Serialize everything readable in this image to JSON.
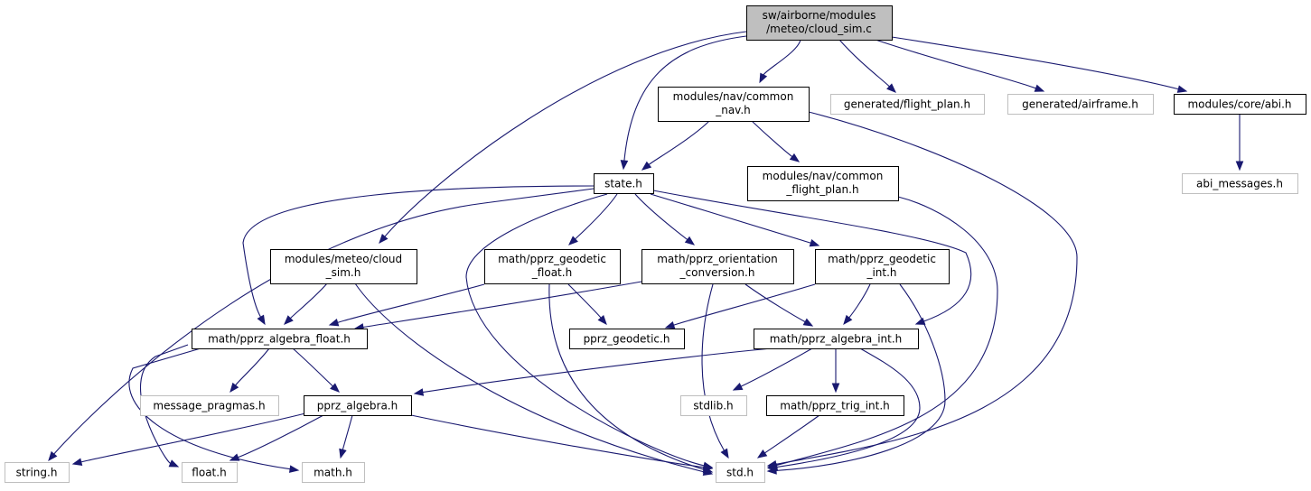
{
  "graph": {
    "colors": {
      "edge": "#191970",
      "focus_fill": "#bfbfbf",
      "focus_border": "#000000",
      "documented_border": "#000000",
      "external_border": "#bfbfbf",
      "external_text": "#404040",
      "background": "#ffffff"
    },
    "nodes": [
      {
        "id": "cloud_sim_c",
        "lines": [
          "sw/airborne/modules",
          "/meteo/cloud_sim.c"
        ],
        "kind": "focus"
      },
      {
        "id": "common_nav_h",
        "lines": [
          "modules/nav/common",
          "_nav.h"
        ],
        "kind": "documented"
      },
      {
        "id": "gen_flight_plan_h",
        "lines": [
          "generated/flight_plan.h"
        ],
        "kind": "external"
      },
      {
        "id": "gen_airframe_h",
        "lines": [
          "generated/airframe.h"
        ],
        "kind": "external"
      },
      {
        "id": "abi_h",
        "lines": [
          "modules/core/abi.h"
        ],
        "kind": "documented"
      },
      {
        "id": "abi_messages_h",
        "lines": [
          "abi_messages.h"
        ],
        "kind": "external"
      },
      {
        "id": "state_h",
        "lines": [
          "state.h"
        ],
        "kind": "documented"
      },
      {
        "id": "common_flight_plan_h",
        "lines": [
          "modules/nav/common",
          "_flight_plan.h"
        ],
        "kind": "documented"
      },
      {
        "id": "cloud_sim_h",
        "lines": [
          "modules/meteo/cloud",
          "_sim.h"
        ],
        "kind": "documented"
      },
      {
        "id": "geodetic_float_h",
        "lines": [
          "math/pprz_geodetic",
          "_float.h"
        ],
        "kind": "documented"
      },
      {
        "id": "orientation_conv_h",
        "lines": [
          "math/pprz_orientation",
          "_conversion.h"
        ],
        "kind": "documented"
      },
      {
        "id": "geodetic_int_h",
        "lines": [
          "math/pprz_geodetic",
          "_int.h"
        ],
        "kind": "documented"
      },
      {
        "id": "algebra_float_h",
        "lines": [
          "math/pprz_algebra_float.h"
        ],
        "kind": "documented"
      },
      {
        "id": "pprz_geodetic_h",
        "lines": [
          "pprz_geodetic.h"
        ],
        "kind": "documented"
      },
      {
        "id": "algebra_int_h",
        "lines": [
          "math/pprz_algebra_int.h"
        ],
        "kind": "documented"
      },
      {
        "id": "message_pragmas_h",
        "lines": [
          "message_pragmas.h"
        ],
        "kind": "external"
      },
      {
        "id": "pprz_algebra_h",
        "lines": [
          "pprz_algebra.h"
        ],
        "kind": "documented"
      },
      {
        "id": "stdlib_h",
        "lines": [
          "stdlib.h"
        ],
        "kind": "external"
      },
      {
        "id": "trig_int_h",
        "lines": [
          "math/pprz_trig_int.h"
        ],
        "kind": "documented"
      },
      {
        "id": "string_h",
        "lines": [
          "string.h"
        ],
        "kind": "external"
      },
      {
        "id": "float_h",
        "lines": [
          "float.h"
        ],
        "kind": "external"
      },
      {
        "id": "math_h",
        "lines": [
          "math.h"
        ],
        "kind": "external"
      },
      {
        "id": "std_h",
        "lines": [
          "std.h"
        ],
        "kind": "external"
      }
    ],
    "edges": [
      {
        "from": "cloud_sim_c",
        "to": "common_nav_h"
      },
      {
        "from": "cloud_sim_c",
        "to": "gen_flight_plan_h"
      },
      {
        "from": "cloud_sim_c",
        "to": "gen_airframe_h"
      },
      {
        "from": "cloud_sim_c",
        "to": "abi_h"
      },
      {
        "from": "cloud_sim_c",
        "to": "state_h"
      },
      {
        "from": "cloud_sim_c",
        "to": "cloud_sim_h"
      },
      {
        "from": "abi_h",
        "to": "abi_messages_h"
      },
      {
        "from": "common_nav_h",
        "to": "state_h"
      },
      {
        "from": "common_nav_h",
        "to": "common_flight_plan_h"
      },
      {
        "from": "common_nav_h",
        "to": "std_h"
      },
      {
        "from": "common_flight_plan_h",
        "to": "std_h"
      },
      {
        "from": "state_h",
        "to": "string_h"
      },
      {
        "from": "state_h",
        "to": "algebra_float_h"
      },
      {
        "from": "state_h",
        "to": "std_h"
      },
      {
        "from": "state_h",
        "to": "geodetic_float_h"
      },
      {
        "from": "state_h",
        "to": "orientation_conv_h"
      },
      {
        "from": "state_h",
        "to": "geodetic_int_h"
      },
      {
        "from": "state_h",
        "to": "algebra_int_h"
      },
      {
        "from": "cloud_sim_h",
        "to": "algebra_float_h"
      },
      {
        "from": "cloud_sim_h",
        "to": "std_h"
      },
      {
        "from": "geodetic_float_h",
        "to": "algebra_float_h"
      },
      {
        "from": "geodetic_float_h",
        "to": "pprz_geodetic_h"
      },
      {
        "from": "geodetic_float_h",
        "to": "std_h"
      },
      {
        "from": "orientation_conv_h",
        "to": "algebra_float_h"
      },
      {
        "from": "orientation_conv_h",
        "to": "algebra_int_h"
      },
      {
        "from": "orientation_conv_h",
        "to": "std_h"
      },
      {
        "from": "geodetic_int_h",
        "to": "pprz_geodetic_h"
      },
      {
        "from": "geodetic_int_h",
        "to": "algebra_int_h"
      },
      {
        "from": "geodetic_int_h",
        "to": "std_h"
      },
      {
        "from": "algebra_float_h",
        "to": "message_pragmas_h"
      },
      {
        "from": "algebra_float_h",
        "to": "pprz_algebra_h"
      },
      {
        "from": "algebra_float_h",
        "to": "float_h"
      },
      {
        "from": "algebra_float_h",
        "to": "math_h"
      },
      {
        "from": "algebra_int_h",
        "to": "pprz_algebra_h"
      },
      {
        "from": "algebra_int_h",
        "to": "stdlib_h"
      },
      {
        "from": "algebra_int_h",
        "to": "trig_int_h"
      },
      {
        "from": "algebra_int_h",
        "to": "std_h"
      },
      {
        "from": "pprz_algebra_h",
        "to": "string_h"
      },
      {
        "from": "pprz_algebra_h",
        "to": "float_h"
      },
      {
        "from": "pprz_algebra_h",
        "to": "math_h"
      },
      {
        "from": "pprz_algebra_h",
        "to": "std_h"
      },
      {
        "from": "trig_int_h",
        "to": "std_h"
      }
    ]
  }
}
